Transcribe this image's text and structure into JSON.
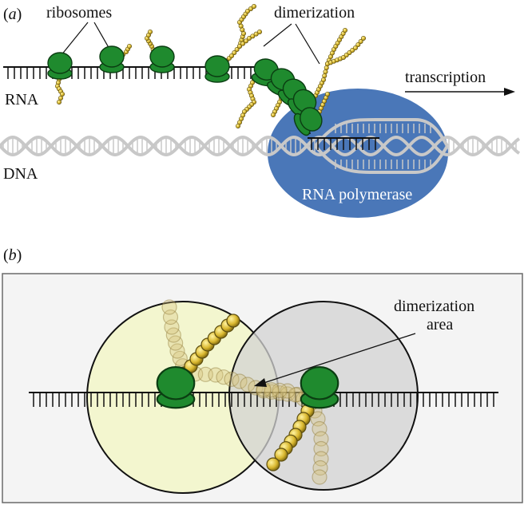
{
  "panel_a": {
    "tag_open": "(",
    "tag_letter": "a",
    "tag_close": ")",
    "label_ribosomes": "ribosomes",
    "label_dimerization": "dimerization",
    "label_transcription": "transcription",
    "label_rna": "RNA",
    "label_dna": "DNA",
    "label_polymerase": "RNA polymerase"
  },
  "panel_b": {
    "tag_open": "(",
    "tag_letter": "b",
    "tag_close": ")",
    "label_dimerization_area_line1": "dimerization",
    "label_dimerization_area_line2": "area"
  },
  "colors": {
    "ribosome_green": "#1f8a2e",
    "ribosome_outline": "#0b3d12",
    "peptide_bead": "#e0c23a",
    "polymerase_blue": "#4a77b8",
    "dna_grey": "#c8c8c8",
    "left_circle": "#f3f6cf",
    "right_circle": "#d3d3d3",
    "panel_b_bg": "#f4f4f4"
  }
}
